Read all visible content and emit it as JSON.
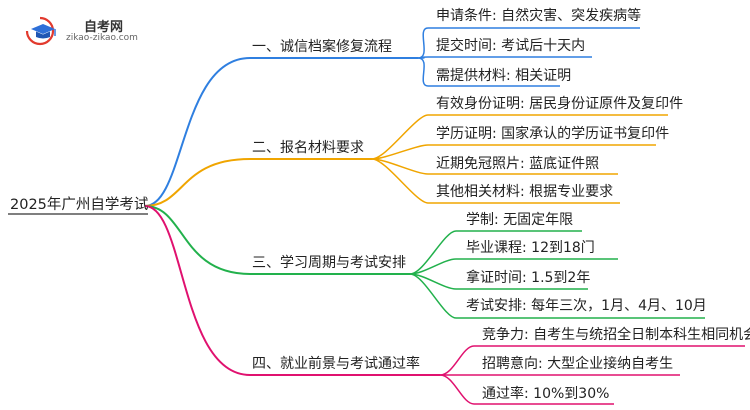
{
  "logo": {
    "title": "自考网",
    "url": "zikao-zikao.com"
  },
  "root": {
    "label": "2025年广州自学考试"
  },
  "branches": [
    {
      "label": "一、诚信档案修复流程",
      "color": "#2f7fe0",
      "children": [
        "申请条件: 自然灾害、突发疾病等",
        "提交时间: 考试后十天内",
        "需提供材料: 相关证明"
      ]
    },
    {
      "label": "二、报名材料要求",
      "color": "#f0a500",
      "children": [
        "有效身份证明: 居民身份证原件及复印件",
        "学历证明: 国家承认的学历证书复印件",
        "近期免冠照片: 蓝底证件照",
        "其他相关材料: 根据专业要求"
      ]
    },
    {
      "label": "三、学习周期与考试安排",
      "color": "#22b14c",
      "children": [
        "学制: 无固定年限",
        "毕业课程: 12到18门",
        "拿证时间: 1.5到2年",
        "考试安排: 每年三次，1月、4月、10月"
      ]
    },
    {
      "label": "四、就业前景与考试通过率",
      "color": "#e0116f",
      "children": [
        "竞争力: 自考生与统招全日制本科生相同机会",
        "招聘意向: 大型企业接纳自考生",
        "通过率: 10%到30%"
      ]
    }
  ]
}
